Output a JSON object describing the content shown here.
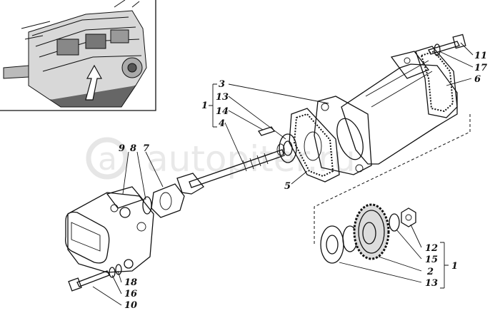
{
  "watermark": {
    "logo_letter": "a",
    "text": "autopiter.ru"
  },
  "labels": {
    "group_upper_1": "1",
    "p3": "3",
    "p13_upper": "13",
    "p14": "14",
    "p4": "4",
    "p5": "5",
    "p6": "6",
    "p11": "11",
    "p17": "17",
    "p9": "9",
    "p8": "8",
    "p7": "7",
    "p18": "18",
    "p16": "16",
    "p10": "10",
    "p12": "12",
    "p15": "15",
    "p2": "2",
    "p13_lower": "13",
    "group_lower_1": "1"
  }
}
